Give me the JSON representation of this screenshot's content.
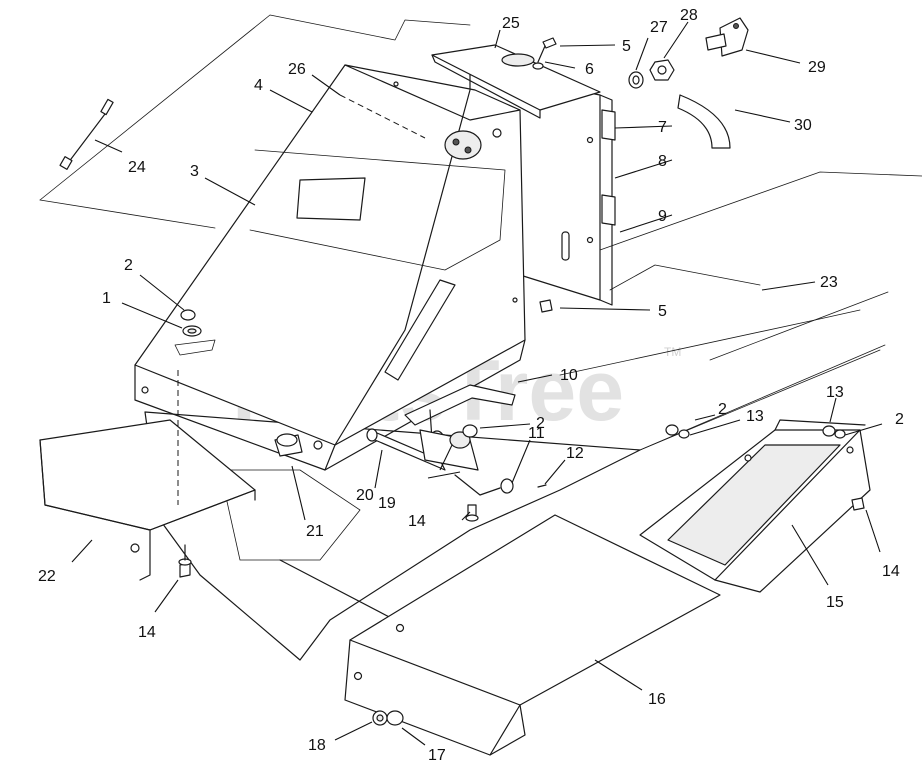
{
  "watermark": {
    "text": "PartsTree",
    "trademark": "TM"
  },
  "callouts": [
    {
      "id": "c1",
      "label": "1"
    },
    {
      "id": "c2a",
      "label": "2"
    },
    {
      "id": "c2b",
      "label": "2"
    },
    {
      "id": "c2c",
      "label": "2"
    },
    {
      "id": "c2d",
      "label": "2"
    },
    {
      "id": "c3",
      "label": "3"
    },
    {
      "id": "c4",
      "label": "4"
    },
    {
      "id": "c5a",
      "label": "5"
    },
    {
      "id": "c5b",
      "label": "5"
    },
    {
      "id": "c6",
      "label": "6"
    },
    {
      "id": "c7",
      "label": "7"
    },
    {
      "id": "c8",
      "label": "8"
    },
    {
      "id": "c9",
      "label": "9"
    },
    {
      "id": "c10",
      "label": "10"
    },
    {
      "id": "c11",
      "label": "11"
    },
    {
      "id": "c12",
      "label": "12"
    },
    {
      "id": "c13a",
      "label": "13"
    },
    {
      "id": "c13b",
      "label": "13"
    },
    {
      "id": "c14a",
      "label": "14"
    },
    {
      "id": "c14b",
      "label": "14"
    },
    {
      "id": "c14c",
      "label": "14"
    },
    {
      "id": "c15",
      "label": "15"
    },
    {
      "id": "c16",
      "label": "16"
    },
    {
      "id": "c17",
      "label": "17"
    },
    {
      "id": "c18",
      "label": "18"
    },
    {
      "id": "c19",
      "label": "19"
    },
    {
      "id": "c20",
      "label": "20"
    },
    {
      "id": "c21",
      "label": "21"
    },
    {
      "id": "c22",
      "label": "22"
    },
    {
      "id": "c23",
      "label": "23"
    },
    {
      "id": "c24",
      "label": "24"
    },
    {
      "id": "c25",
      "label": "25"
    },
    {
      "id": "c26",
      "label": "26"
    },
    {
      "id": "c27",
      "label": "27"
    },
    {
      "id": "c28",
      "label": "28"
    },
    {
      "id": "c29",
      "label": "29"
    },
    {
      "id": "c30",
      "label": "30"
    }
  ]
}
